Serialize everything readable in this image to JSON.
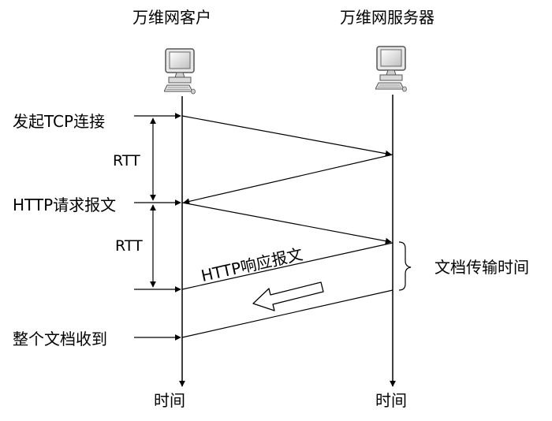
{
  "client": {
    "title": "万维网客户",
    "time_label": "时间"
  },
  "server": {
    "title": "万维网服务器",
    "time_label": "时间"
  },
  "events": {
    "tcp_connect": "发起TCP连接",
    "http_request": "HTTP请求报文",
    "doc_received": "整个文档收到"
  },
  "rtt": {
    "first": "RTT",
    "second": "RTT"
  },
  "response": {
    "label": "HTTP响应报文"
  },
  "transfer": {
    "label": "文档传输时间"
  },
  "icons": {
    "client_computer": "computer-icon",
    "server_computer": "computer-icon"
  }
}
